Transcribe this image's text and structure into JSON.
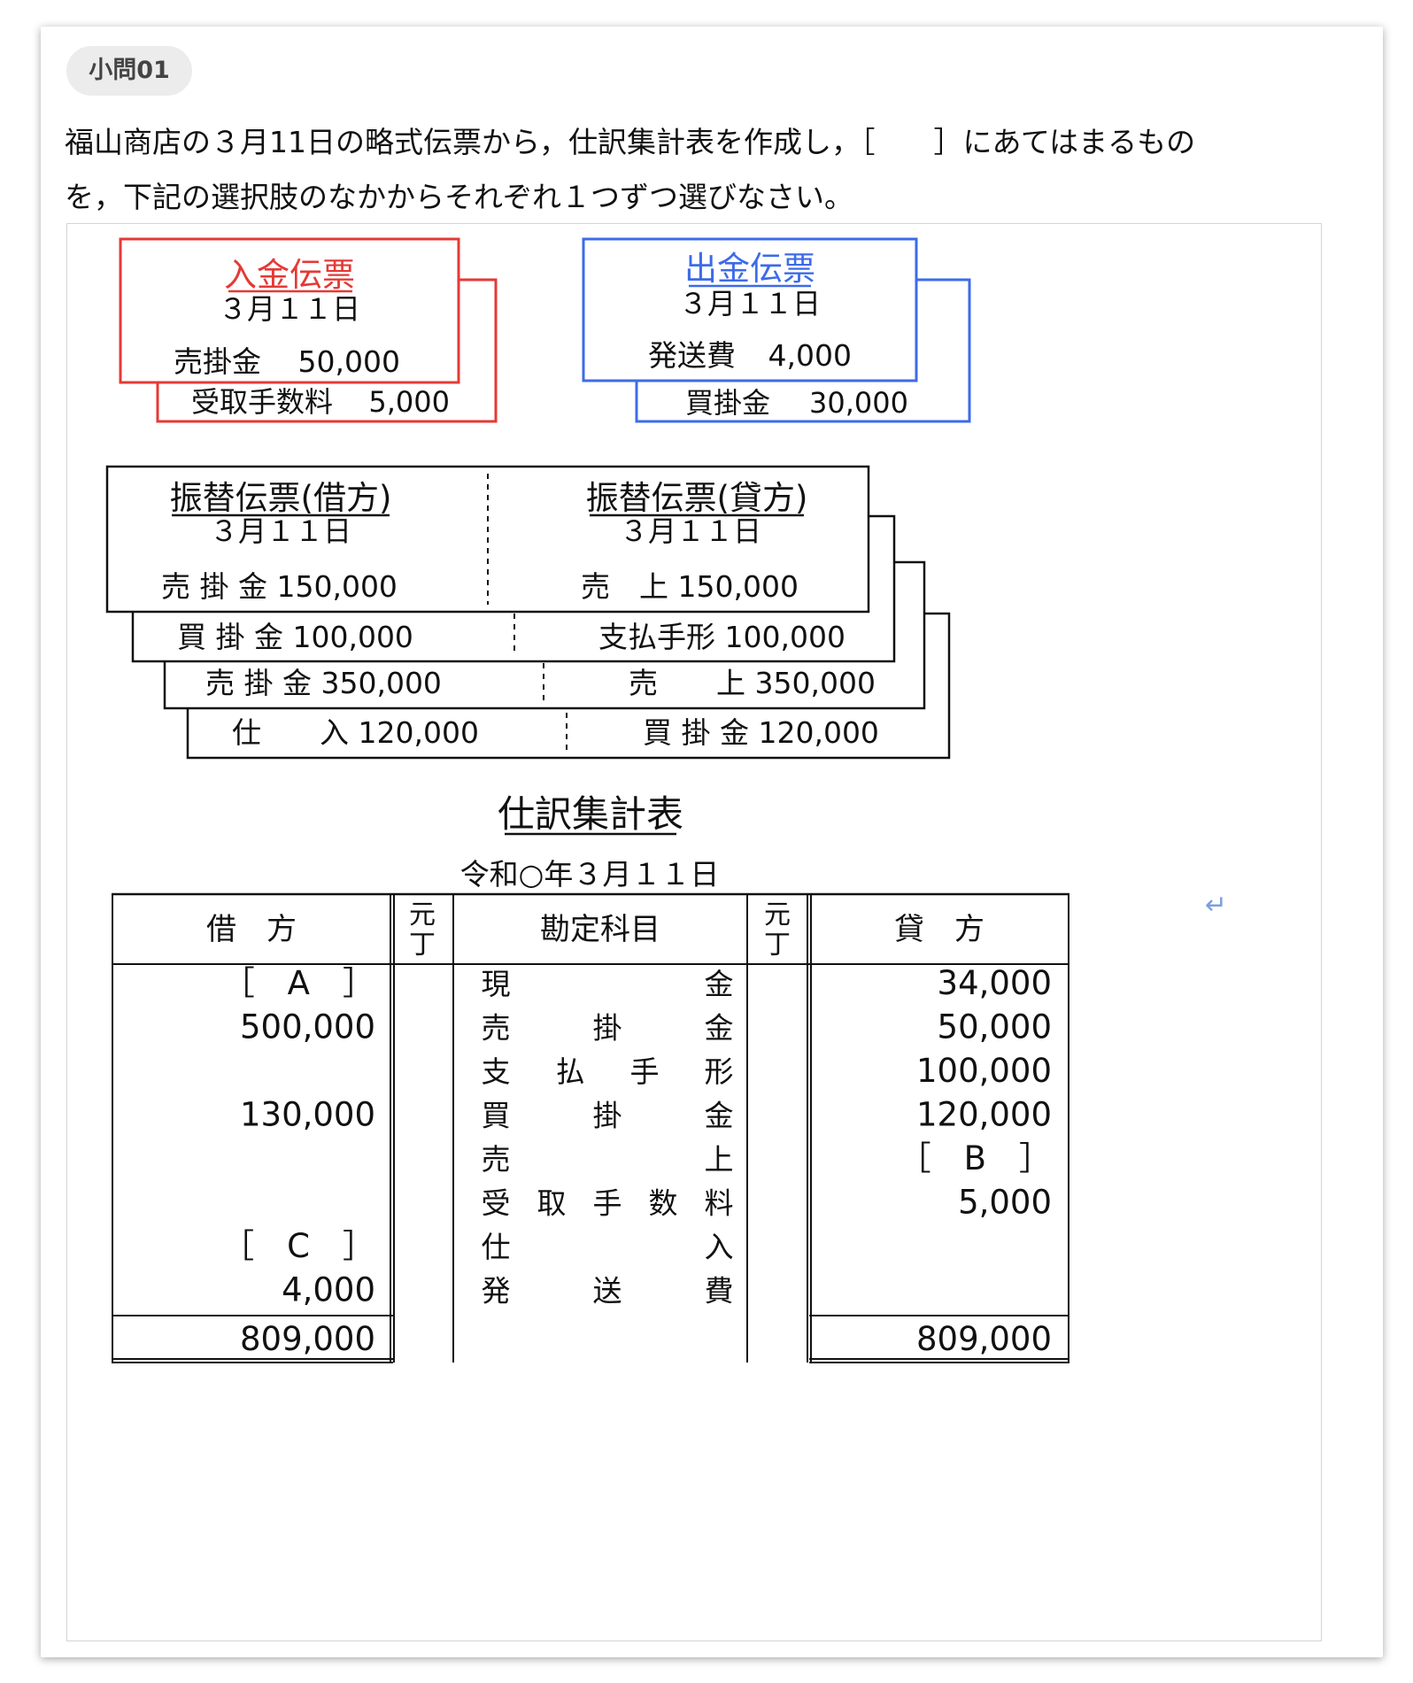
{
  "tag": "小問01",
  "question": {
    "line1": "福山商店の３月11日の略式伝票から，仕訳集計表を作成し，［　　］にあてはまるもの",
    "line2": "を，下記の選択肢のなかからそれぞれ１つずつ選びなさい。"
  },
  "nyukin": {
    "title": "入金伝票",
    "date": "３月１１日",
    "slip1": {
      "account": "売掛金",
      "amount": "50,000"
    },
    "slip2": {
      "account": "受取手数料",
      "amount": "5,000"
    }
  },
  "shukkin": {
    "title": "出金伝票",
    "date": "３月１１日",
    "slip1": {
      "account": "発送費",
      "amount": "4,000"
    },
    "slip2": {
      "account": "買掛金",
      "amount": "30,000"
    }
  },
  "furikae": {
    "debit_title": "振替伝票(借方)",
    "credit_title": "振替伝票(貸方)",
    "debit_date": "３月１１日",
    "credit_date": "３月１１日",
    "rows": [
      {
        "debit": "売 掛 金 150,000",
        "credit": "売　上 150,000"
      },
      {
        "debit": "買 掛 金 100,000",
        "credit": "支払手形 100,000"
      },
      {
        "debit": "売 掛 金 350,000",
        "credit": "売　　上 350,000"
      },
      {
        "debit": "仕　　入 120,000",
        "credit": "買 掛 金 120,000"
      }
    ]
  },
  "summary": {
    "title": "仕訳集計表",
    "date": "令和○年３月１１日",
    "headers": {
      "debit": "借　方",
      "ref1": "元丁",
      "account": "勘定科目",
      "ref2": "元丁",
      "credit": "貸　方"
    },
    "rows": [
      {
        "debit": "［　A　］",
        "account": "現金",
        "credit": "34,000"
      },
      {
        "debit": "500,000",
        "account": "売掛金",
        "credit": "50,000"
      },
      {
        "debit": "",
        "account": "支払手形",
        "credit": "100,000"
      },
      {
        "debit": "130,000",
        "account": "買掛金",
        "credit": "120,000"
      },
      {
        "debit": "",
        "account": "売上",
        "credit": "［　B　］"
      },
      {
        "debit": "",
        "account": "受取手数料",
        "credit": "5,000"
      },
      {
        "debit": "［　C　］",
        "account": "仕入",
        "credit": ""
      },
      {
        "debit": "4,000",
        "account": "発送費",
        "credit": ""
      }
    ],
    "total_debit": "809,000",
    "total_credit": "809,000"
  },
  "colors": {
    "nyukin": "#e53935",
    "shukkin": "#3d6be8"
  },
  "icons": {
    "return_mark": "↵"
  }
}
